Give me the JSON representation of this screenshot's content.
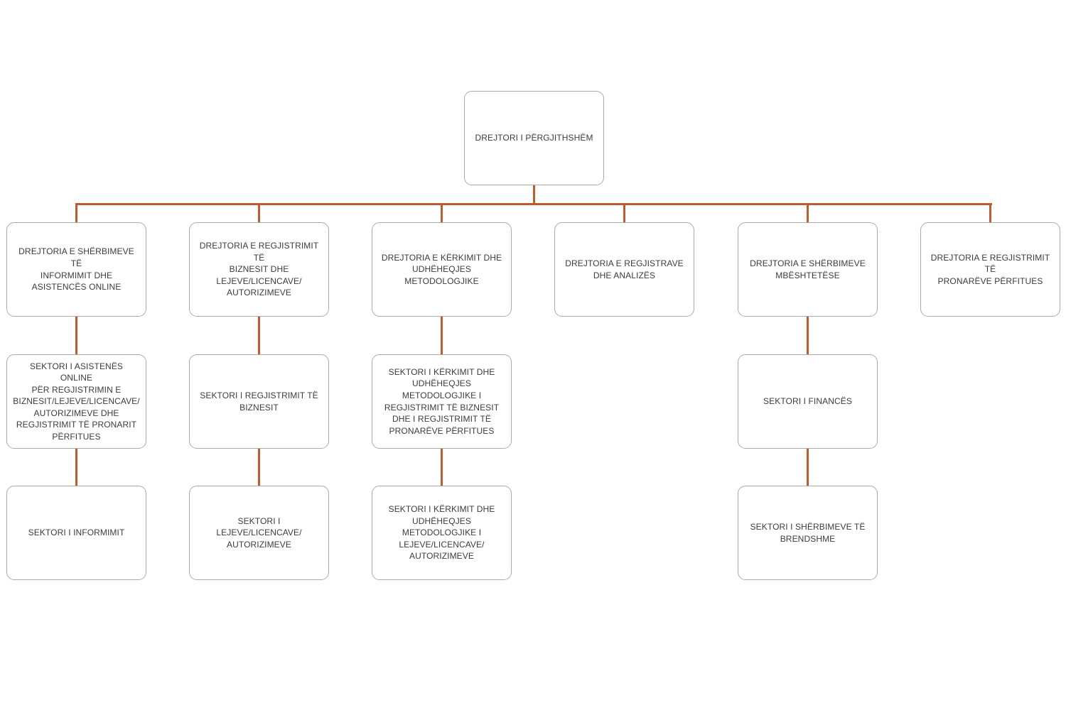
{
  "colors": {
    "connector": "#c25a2a",
    "box_border": "#ababab",
    "box_background": "#ffffff",
    "text": "#3c3c3c"
  },
  "org_chart": {
    "root": {
      "label": "DREJTORI I PËRGJITHSHËM"
    },
    "branches": [
      {
        "directorate": "DREJTORIA E SHËRBIMEVE TË\nINFORMIMIT DHE\nASISTENCËS ONLINE",
        "sectors": [
          "SEKTORI I ASISTENËS ONLINE\nPËR REGJISTRIMIN E\nBIZNESIT/LEJEVE/LICENCAVE/\nAUTORIZIMEVE DHE\nREGJISTRIMIT TË PRONARIT\nPËRFITUES",
          "SEKTORI I INFORMIMIT"
        ]
      },
      {
        "directorate": "DREJTORIA E REGJISTRIMIT TË\nBIZNESIT DHE\nLEJEVE/LICENCAVE/\nAUTORIZIMEVE",
        "sectors": [
          "SEKTORI I REGJISTRIMIT TË\nBIZNESIT",
          "SEKTORI I\nLEJEVE/LICENCAVE/\nAUTORIZIMEVE"
        ]
      },
      {
        "directorate": "DREJTORIA E KËRKIMIT DHE\nUDHËHEQJES\nMETODOLOGJIKE",
        "sectors": [
          "SEKTORI I KËRKIMIT DHE\nUDHËHEQJES\nMETODOLOGJIKE I\nREGJISTRIMIT TË BIZNESIT\nDHE I REGJISTRIMIT TË\nPRONARËVE PËRFITUES",
          "SEKTORI I KËRKIMIT DHE\nUDHËHEQJES METODOLOGJIKE I\nLEJEVE/LICENCAVE/\nAUTORIZIMEVE"
        ]
      },
      {
        "directorate": "DREJTORIA E REGJISTRAVE\nDHE ANALIZËS",
        "sectors": []
      },
      {
        "directorate": "DREJTORIA E SHËRBIMEVE\nMBËSHTETËSE",
        "sectors": [
          "SEKTORI I FINANCËS",
          "SEKTORI I SHËRBIMEVE TË\nBRENDSHME"
        ]
      },
      {
        "directorate": "DREJTORIA E REGJISTRIMIT TË\nPRONARËVE PËRFITUES",
        "sectors": []
      }
    ]
  }
}
